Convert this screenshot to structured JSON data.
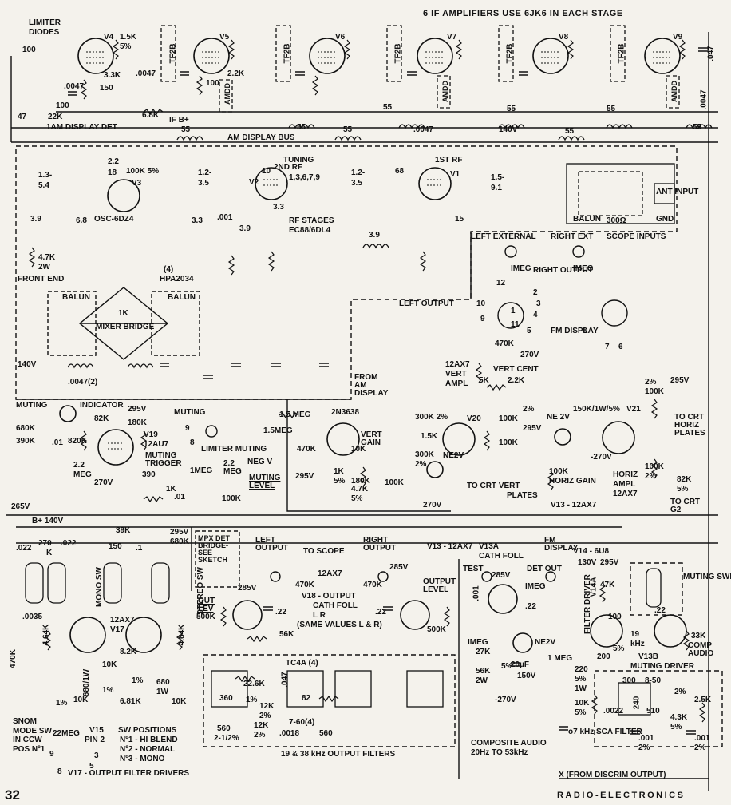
{
  "header": {
    "if_note": "6 IF AMPLIFIERS USE 6JK6 IN EACH STAGE"
  },
  "if_strip": {
    "limiter": "LIMITER",
    "diodes": "DIODES",
    "r100": "100",
    "tubes": [
      "V4",
      "V5",
      "V6",
      "V7",
      "V8",
      "V9"
    ],
    "transformers": [
      "TF2B",
      "TF2B",
      "TF2B",
      "TF2B",
      "TF2B"
    ],
    "amdd": [
      "AMDD",
      "AMDD",
      "AMDD"
    ],
    "values": [
      "1.5K",
      "5%",
      "3.3K",
      ".0047",
      "150",
      ".0047",
      "100",
      "2.2K",
      "6.8K",
      "IF B+",
      "47",
      "22K",
      "100",
      "55",
      "140V",
      ".047",
      ".0047"
    ],
    "am_display_det": "1AM DISPLAY DET",
    "am_display_bus": "AM DISPLAY BUS"
  },
  "front_end": {
    "tuning": "TUNING",
    "osc": "OSC-6DZ4",
    "v3": "V3",
    "v2": "V2",
    "v1": "V1",
    "rf2": "2ND RF",
    "rf2_pins": "1,3,6,7,9",
    "rf1": "1ST RF",
    "rf_stages": "RF STAGES",
    "ec88": "EC88/6DL4",
    "caps": [
      "1.3-",
      "5.4",
      "1.2-",
      "3.5",
      "1.2-",
      "3.5",
      "1.5-",
      "9.1",
      "100K 5%",
      "18",
      "68",
      "10",
      "3.9",
      "6.8",
      "3.3",
      ".001",
      "15",
      "2.2"
    ],
    "balun": "BALUN",
    "r300": "300Ω",
    "ant_input": "ANT INPUT",
    "gnd": "GND",
    "front_end_label": "FRONT END",
    "r47k": "4.7K",
    "w2": "2W",
    "hpa": "HPA2034",
    "hpa_n": "(4)",
    "mixer_bridge": "MIXER BRIDGE",
    "ik": "1K",
    "v140": "140V",
    "c0047_2": ".0047(2)"
  },
  "scope": {
    "left_external": "LEFT EXTERNAL",
    "right_ext": "RIGHT EXT",
    "scope_inputs": "SCOPE INPUTS",
    "imeg": "IMEG",
    "right_output": "RIGHT OUTPUT",
    "left_output": "LEFT OUTPUT",
    "fm_display": "FM DISPLAY",
    "switch_nums": [
      "12",
      "2",
      "3",
      "10",
      "1",
      "4",
      "9",
      "11",
      "5",
      "8",
      "7",
      "6"
    ],
    "r470k": "470K",
    "v270": "270V",
    "vert_cent": "VERT CENT",
    "r5k": "5K",
    "r22k": "2.2K"
  },
  "vert_ampl": {
    "tube": "12AX7",
    "name": "VERT",
    "name2": "AMPL",
    "from": "FROM AM DISPLAY",
    "v20": "V20",
    "transistor": "2N3638",
    "vert_gain": "VERT GAIN",
    "values": [
      "1.5 MEG",
      "1.5MEG",
      "470K",
      "295V",
      "1K",
      "5%",
      "10K",
      "180K",
      "4.7K",
      "5%",
      "100K",
      "300K 2%",
      "1.5K",
      "300K",
      "2%",
      "NE2V",
      "100K",
      "2%",
      "100K",
      "295V"
    ],
    "to_crt_vert": "TO CRT VERT",
    "plates": "PLATES",
    "v270": "270V"
  },
  "horiz": {
    "ne2v": "NE 2V",
    "r150k": "150K/1W/5%",
    "v21": "V21",
    "r100k": "100K",
    "horiz_gain": "HORIZ GAIN",
    "horiz": "HORIZ",
    "ampl": "AMPL",
    "tube": "12AX7",
    "v13": "V13 - 12AX7",
    "v295": "295V",
    "values": [
      "2%",
      "100K",
      "2%",
      "100K",
      "82K",
      "5%"
    ],
    "to_crt_horiz": "TO CRT HORIZ PLATES",
    "to_crt_g2": "TO CRT G2",
    "v270": "-270V"
  },
  "muting": {
    "muting": "MUTING",
    "indicator": "INDICATOR",
    "v295": "295V",
    "values": [
      "680K",
      "390K",
      "82K",
      "180K",
      ".01",
      "820K",
      "2.2",
      "MEG",
      "390",
      "1K",
      ".01",
      "1MEG",
      "2.2 MEG",
      "100K"
    ],
    "v19": "V19",
    "tube": "12AU7",
    "trigger": "MUTING TRIGGER",
    "limiter_muting": "LIMITER MUTING",
    "neg_v": "NEG V",
    "muting_level": "MUTING LEVEL",
    "v270": "270V",
    "switch_nums": [
      "9",
      "8"
    ]
  },
  "audio": {
    "v265": "265V",
    "bplus": "B+ 140V",
    "values": [
      ".022",
      "270",
      "K",
      ".022",
      "39K",
      "150",
      ".1",
      "295V",
      "680K",
      ".0035",
      "4.64K",
      "470K",
      "4.64K",
      "8.2K",
      "10K",
      "1%",
      "680",
      "1W",
      "680/1W",
      "10K",
      "6.81K",
      "1%",
      "10K",
      "1%"
    ],
    "mono_sw": "MONO SW",
    "stereo_sw": "STEREO SW",
    "v17": "V17",
    "tube": "12AX7",
    "mpx": "MPX DET BRIDGE- SEE SKETCH",
    "left_output": "LEFT OUTPUT",
    "right_output": "RIGHT OUTPUT",
    "to_scope": "TO SCOPE",
    "v18": "V18 - OUTPUT",
    "cath_foll": "CATH FOLL",
    "same_values": "(SAME VALUES L & R)",
    "lr": "L      R",
    "out_lev": "OUT LEV",
    "r500k": "500K",
    "r470k": "470K",
    "r56k": "56K",
    "v285": "285V",
    "output_level": "OUTPUT LEVEL",
    "c22": ".22"
  },
  "filters": {
    "tc4a": "TC4A (4)",
    "values": [
      "360",
      "22.6K",
      "1%",
      "12K",
      "2%",
      ".047",
      "82",
      "560",
      "2-1/2%",
      "12K",
      "2%",
      ".0018",
      "7-60(4)",
      "560"
    ],
    "title": "19 & 38 kHz OUTPUT FILTERS",
    "drivers": "V17 - OUTPUT FILTER DRIVERS"
  },
  "switch": {
    "label": "SNOM MODE SW IN CCW POS Nº1",
    "r22meg": "22MEG",
    "v15": "V15",
    "pin2": "PIN 2",
    "positions": "SW POSITIONS",
    "p1": "Nº1 - HI BLEND",
    "p2": "Nº2 - NORMAL",
    "p3": "Nº3 - MONO",
    "nums": [
      "9",
      "8",
      "3",
      "5"
    ]
  },
  "right_audio": {
    "v13": "V13 - 12AX7",
    "v13a": "V13A",
    "cath_foll": "CATH FOLL",
    "fm_display": "FM DISPLAY",
    "test": "TEST",
    "det_out": "DET OUT",
    "v285": "285V",
    "imeg": "IMEG",
    "c22": ".22",
    "c001": ".001",
    "r27k": "27K",
    "r56k": "56K",
    "w2": "2W",
    "ne2v": "NE2V",
    "c20": "20µF",
    "v150": "150V",
    "v270": "-270V",
    "composite": "COMPOSITE AUDIO",
    "range": "20Hz TO 53kHz",
    "from_discrim": "X (FROM DISCRIM OUTPUT)",
    "v14": "V14 - 6U8",
    "v130": "130V",
    "v295": "295V",
    "filter_driver": "FILTER DRIVER",
    "v14a": "V14A",
    "r47k": "47K",
    "c100": "100",
    "k19": "19",
    "khz": "kHz",
    "v13b": "V13B",
    "muting_driver": "MUTING DRIVER",
    "muting_switch": "MUTING SWITCH",
    "r33k": "33K",
    "comp_audio": "COMP AUDIO",
    "imeg2": "1 MEG",
    "values": [
      "220",
      "5%",
      "1W",
      "200",
      "300",
      "8-50",
      "2%",
      "10K",
      "5%",
      ".0022",
      "240",
      "510",
      "4.3K",
      "5%",
      "2.5K",
      ".001",
      "2%",
      ".001",
      "2%",
      ".22",
      "5%"
    ],
    "sca": "o7 kHz SCA FILTER"
  },
  "footer": {
    "page": "32",
    "magazine": "RADIO-ELECTRONICS"
  }
}
